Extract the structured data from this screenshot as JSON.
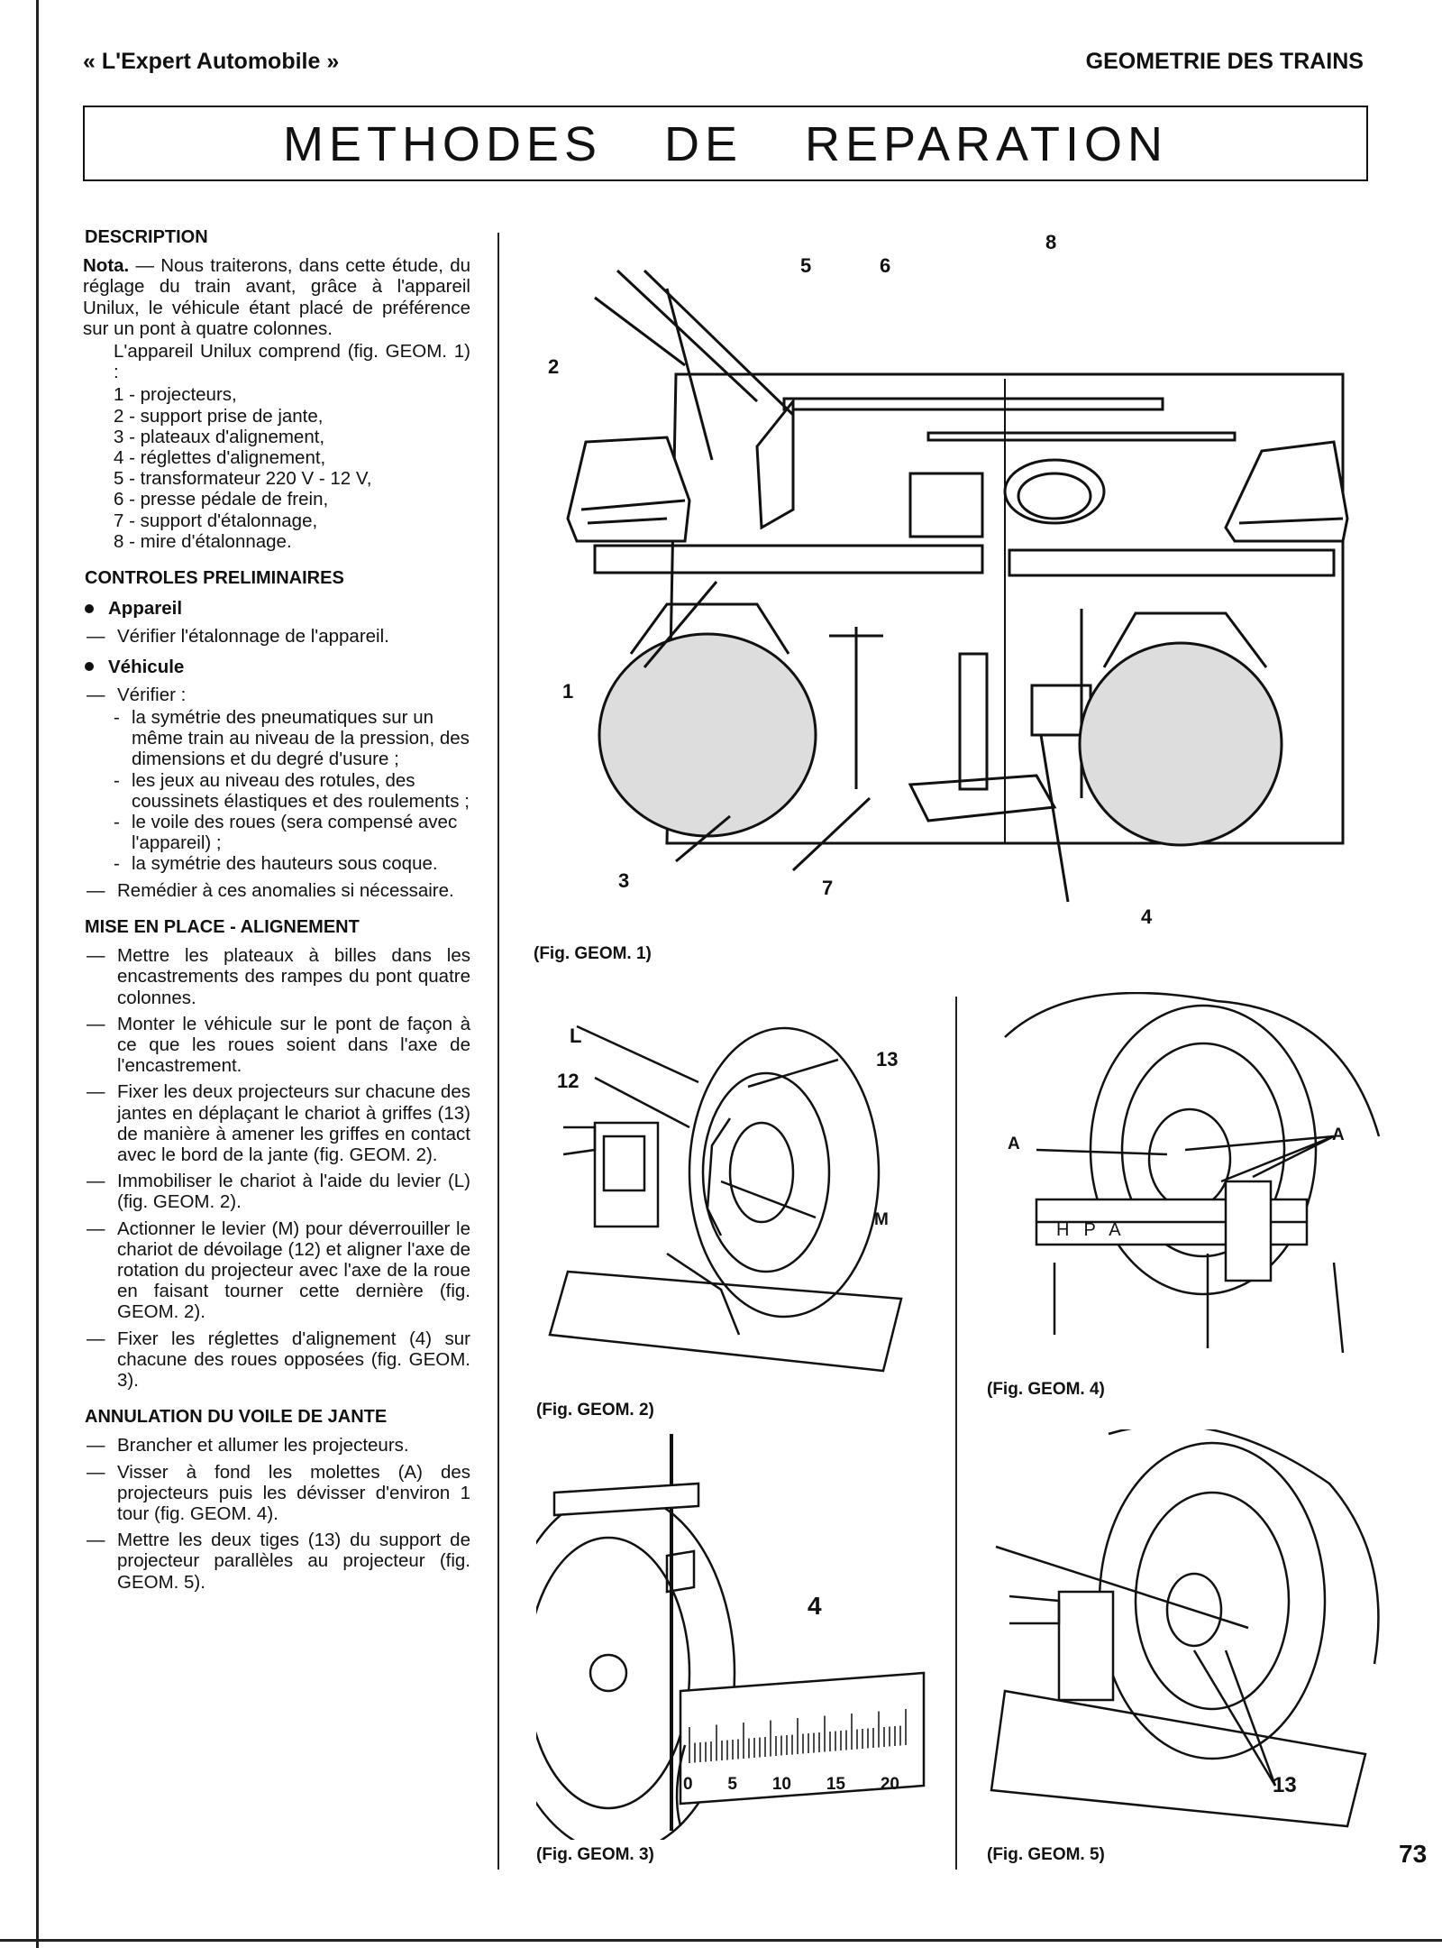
{
  "header": {
    "publication": "« L'Expert Automobile »",
    "section": "GEOMETRIE DES TRAINS"
  },
  "title": "METHODES DE REPARATION",
  "description": {
    "heading": "DESCRIPTION",
    "nota_label": "Nota.",
    "nota_text": "— Nous traiterons, dans cette étude, du réglage du train avant, grâce à l'appareil Unilux, le véhicule étant placé de préférence sur un pont à quatre colonnes.",
    "device_text": "L'appareil Unilux comprend (fig. GEOM. 1) :",
    "items": [
      "1 - projecteurs,",
      "2 - support prise de jante,",
      "3 - plateaux d'alignement,",
      "4 - réglettes d'alignement,",
      "5 - transformateur 220 V - 12 V,",
      "6 - presse pédale de frein,",
      "7 - support d'étalonnage,",
      "8 - mire d'étalonnage."
    ]
  },
  "controles": {
    "heading": "CONTROLES PRELIMINAIRES",
    "appareil_label": "Appareil",
    "appareil_text": "Vérifier l'étalonnage de l'appareil.",
    "vehicule_label": "Véhicule",
    "verifier": "Vérifier :",
    "checks": [
      "la symétrie des pneumatiques sur un même train au niveau de la pression, des dimensions et du degré d'usure ;",
      "les jeux au niveau des rotules, des coussinets élastiques et des roulements ;",
      "le voile des roues (sera compensé avec l'appareil) ;",
      "la symétrie des hauteurs sous coque."
    ],
    "remedier": "Remédier à ces anomalies si nécessaire."
  },
  "mise_en_place": {
    "heading": "MISE EN PLACE - ALIGNEMENT",
    "steps": [
      "Mettre les plateaux à billes dans les encastrements des rampes du pont quatre colonnes.",
      "Monter le véhicule sur le pont de façon à ce que les roues soient dans l'axe de l'encastrement.",
      "Fixer les deux projecteurs sur chacune des jantes en déplaçant le chariot à griffes (13) de manière à amener les griffes en contact avec le bord de la jante (fig. GEOM. 2).",
      "Immobiliser le chariot à l'aide du levier (L) (fig. GEOM. 2).",
      "Actionner le levier (M) pour déverrouiller le chariot de dévoilage (12) et aligner l'axe de rotation du projecteur avec l'axe de la roue en faisant tourner cette dernière (fig. GEOM. 2).",
      "Fixer les réglettes d'alignement (4) sur chacune des roues opposées (fig. GEOM. 3)."
    ]
  },
  "annulation": {
    "heading": "ANNULATION DU VOILE DE JANTE",
    "steps": [
      "Brancher et allumer les projecteurs.",
      "Visser à fond les molettes (A) des projecteurs puis les dévisser d'environ 1 tour (fig. GEOM. 4).",
      "Mettre les deux tiges (13) du support de projecteur parallèles au projecteur (fig. GEOM. 5)."
    ]
  },
  "figures": {
    "fig1": {
      "caption": "(Fig. GEOM. 1)",
      "labels": [
        "1",
        "2",
        "3",
        "4",
        "5",
        "6",
        "7",
        "8"
      ]
    },
    "fig2": {
      "caption": "(Fig. GEOM. 2)",
      "labels": [
        "L",
        "12",
        "13",
        "M"
      ]
    },
    "fig3": {
      "caption": "(Fig. GEOM. 3)",
      "labels": [
        "4"
      ],
      "scale": [
        "0",
        "5",
        "10",
        "15",
        "20"
      ]
    },
    "fig4": {
      "caption": "(Fig. GEOM. 4)",
      "labels": [
        "A",
        "A"
      ],
      "plate_text": "HPA"
    },
    "fig5": {
      "caption": "(Fig. GEOM. 5)",
      "labels": [
        "13"
      ]
    }
  },
  "page_number": "73"
}
